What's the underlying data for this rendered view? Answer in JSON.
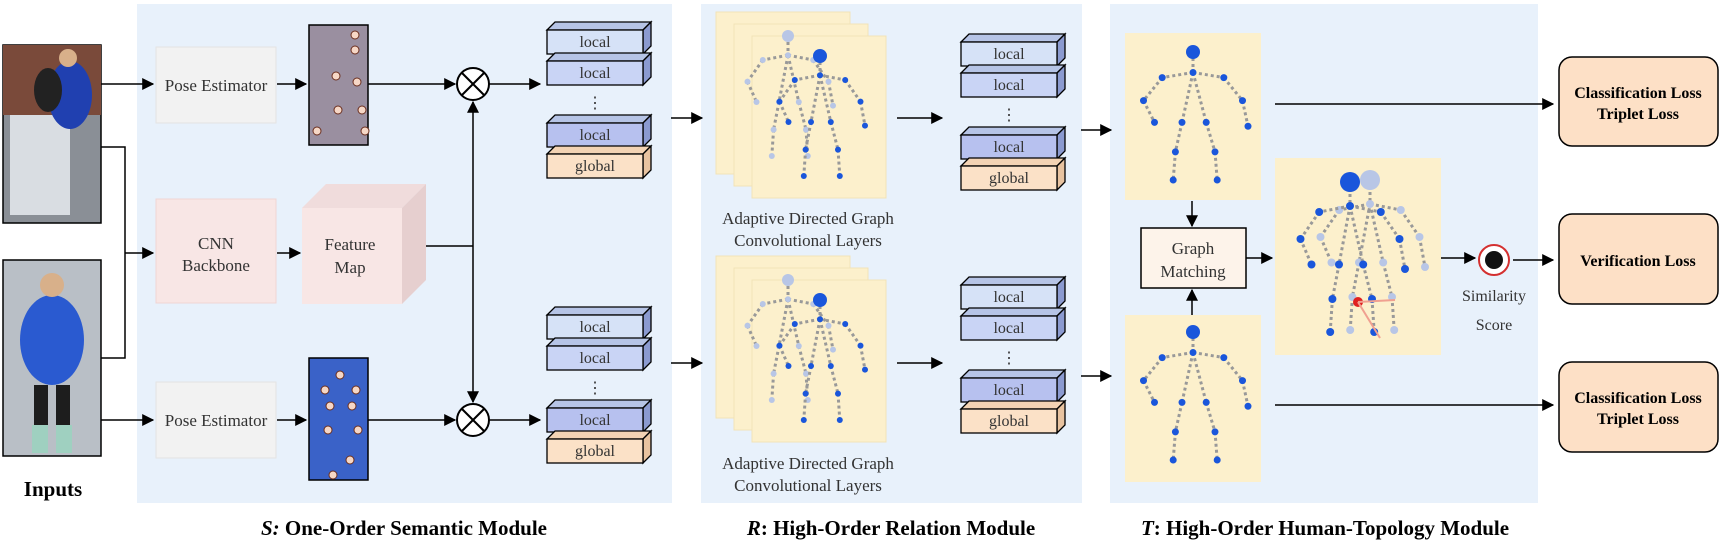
{
  "inputs": {
    "label": "Inputs"
  },
  "semantic_module": {
    "title_prefix": "S:",
    "title_rest": " One-Order Semantic Module",
    "pose_estimator_top": "Pose Estimator",
    "pose_estimator_bottom": "Pose Estimator",
    "cnn_backbone": [
      "CNN",
      "Backbone"
    ],
    "feature_map": [
      "Feature",
      "Map"
    ],
    "top_stack": [
      "local",
      "local",
      "⋮",
      "local",
      "global"
    ],
    "bottom_stack": [
      "local",
      "local",
      "⋮",
      "local",
      "global"
    ]
  },
  "relation_module": {
    "title_prefix": "R",
    "title_rest": ": High-Order Relation Module",
    "gcn_label_top": [
      "Adaptive Directed Graph",
      "Convolutional Layers"
    ],
    "gcn_label_bottom": [
      "Adaptive Directed Graph",
      "Convolutional Layers"
    ],
    "top_stack": [
      "local",
      "local",
      "⋮",
      "local",
      "global"
    ],
    "bottom_stack": [
      "local",
      "local",
      "⋮",
      "local",
      "global"
    ]
  },
  "topology_module": {
    "title_prefix": "T",
    "title_rest": ": High-Order Human-Topology Module",
    "graph_matching": [
      "Graph",
      "Matching"
    ],
    "similarity": [
      "Similarity",
      "Score"
    ]
  },
  "losses": {
    "top": [
      "Classification Loss",
      "Triplet Loss"
    ],
    "middle": [
      "Verification Loss"
    ],
    "bottom": [
      "Classification Loss",
      "Triplet Loss"
    ]
  },
  "colors": {
    "panel_bg": "#e8f1fb",
    "local_fill": "#d6e2f7",
    "local_dark_fill": "#b7c1ef",
    "global_fill": "#fbe1c7",
    "loss_fill": "#fde0c6",
    "skeleton_bg": "#fcf0cc",
    "joint_blue": "#1a56db"
  }
}
